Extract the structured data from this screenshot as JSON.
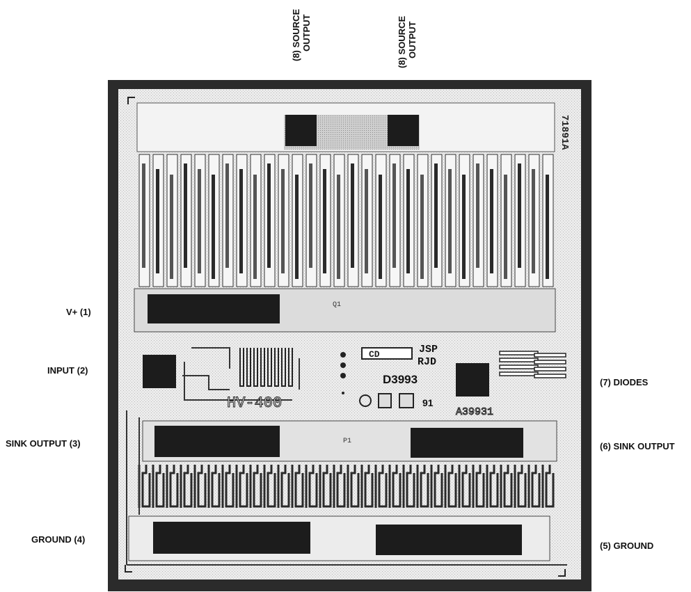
{
  "labels": {
    "source_output_left": {
      "line1": "(8) SOURCE",
      "line2": "OUTPUT"
    },
    "source_output_right": {
      "line1": "(8) SOURCE",
      "line2": "OUTPUT"
    },
    "vplus": "V+ (1)",
    "input": "INPUT (2)",
    "sink_output_left": "SINK OUTPUT (3)",
    "ground_left": "GROUND (4)",
    "diodes": "(7) DIODES",
    "sink_output_right": "(6) SINK OUTPUT",
    "ground_right": "(5) GROUND"
  },
  "die_markings": {
    "top_right_code": "71891A",
    "q1": "Q1",
    "p1": "P1",
    "cd": "CD",
    "jsp": "JSP",
    "rjd": "RJD",
    "part": "D3993",
    "hv": "HV-400",
    "year": "91",
    "mask_id": "A39931"
  },
  "colors": {
    "die_border": "#2b2b2b",
    "die_field": "#e9e9e9",
    "metal": "#f4f4f4",
    "pad": "#1c1c1c",
    "trace": "#333333"
  }
}
